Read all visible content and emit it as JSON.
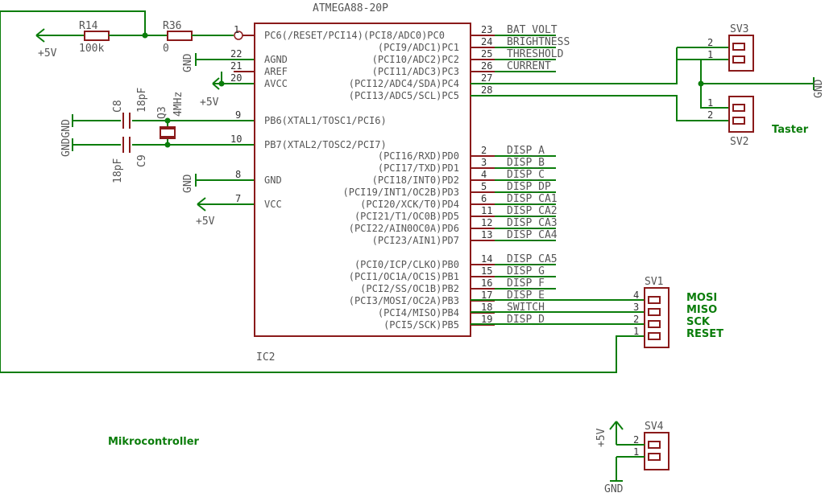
{
  "ic": {
    "name": "ATMEGA88-20P",
    "ref": "IC2",
    "left_pins": [
      {
        "num": "1",
        "label": "PC6(/RESET/PCI14)(PCI8/ADC0)PC0"
      },
      {
        "num": "22",
        "label": "AGND"
      },
      {
        "num": "21",
        "label": "AREF"
      },
      {
        "num": "20",
        "label": "AVCC"
      },
      {
        "num": "9",
        "label": "PB6(XTAL1/TOSC1/PCI6)"
      },
      {
        "num": "10",
        "label": "PB7(XTAL2/TOSC2/PCI7)"
      },
      {
        "num": "8",
        "label": "GND"
      },
      {
        "num": "7",
        "label": "VCC"
      }
    ],
    "right_pins": [
      {
        "num": "23",
        "label": "",
        "net": "BAT_VOLT"
      },
      {
        "num": "24",
        "label": "(PCI9/ADC1)PC1",
        "net": "BRIGHTNESS"
      },
      {
        "num": "25",
        "label": "(PCI10/ADC2)PC2",
        "net": "THRESHOLD"
      },
      {
        "num": "26",
        "label": "(PCI11/ADC3)PC3",
        "net": "CURRENT"
      },
      {
        "num": "27",
        "label": "(PCI12/ADC4/SDA)PC4",
        "net": ""
      },
      {
        "num": "28",
        "label": "(PCI13/ADC5/SCL)PC5",
        "net": ""
      },
      {
        "num": "2",
        "label": "(PCI16/RXD)PD0",
        "net": "DISP_A"
      },
      {
        "num": "3",
        "label": "(PCI17/TXD)PD1",
        "net": "DISP_B"
      },
      {
        "num": "4",
        "label": "(PCI18/INT0)PD2",
        "net": "DISP_C"
      },
      {
        "num": "5",
        "label": "(PCI19/INT1/OC2B)PD3",
        "net": "DISP_DP"
      },
      {
        "num": "6",
        "label": "(PCI20/XCK/T0)PD4",
        "net": "DISP_CA1"
      },
      {
        "num": "11",
        "label": "(PCI21/T1/OC0B)PD5",
        "net": "DISP_CA2"
      },
      {
        "num": "12",
        "label": "(PCI22/AIN0OC0A)PD6",
        "net": "DISP_CA3"
      },
      {
        "num": "13",
        "label": "(PCI23/AIN1)PD7",
        "net": "DISP_CA4"
      },
      {
        "num": "14",
        "label": "(PCI0/ICP/CLKO)PB0",
        "net": "DISP_CA5"
      },
      {
        "num": "15",
        "label": "(PCI1/OC1A/OC1S)PB1",
        "net": "DISP_G"
      },
      {
        "num": "16",
        "label": "(PCI2/SS/OC1B)PB2",
        "net": "DISP_F"
      },
      {
        "num": "17",
        "label": "(PCI3/MOSI/OC2A)PB3",
        "net": "DISP_E"
      },
      {
        "num": "18",
        "label": "(PCI4/MISO)PB4",
        "net": "SWITCH"
      },
      {
        "num": "19",
        "label": "(PCI5/SCK)PB5",
        "net": "DISP_D"
      }
    ]
  },
  "parts": {
    "r14": {
      "ref": "R14",
      "value": "100k"
    },
    "r36": {
      "ref": "R36",
      "value": "0"
    },
    "c8": {
      "ref": "C8",
      "value": "18pF"
    },
    "c9": {
      "ref": "C9",
      "value": "18pF"
    },
    "q3": {
      "ref": "Q3",
      "value": "4MHz"
    },
    "sv1": {
      "ref": "SV1",
      "pins": [
        "4",
        "3",
        "2",
        "1"
      ],
      "labels": [
        "MOSI",
        "MISO",
        "SCK",
        "RESET"
      ]
    },
    "sv3": {
      "ref": "SV3",
      "pins": [
        "2",
        "1"
      ]
    },
    "sv2": {
      "ref": "SV2",
      "pins": [
        "1",
        "2"
      ]
    },
    "sv4": {
      "ref": "SV4",
      "pins": [
        "2",
        "1"
      ]
    }
  },
  "supply": {
    "v5": "+5V",
    "gnd": "GND",
    "gndgnd": "GNDGND"
  },
  "labels": {
    "taster": "Taster",
    "section": "Mikrocontroller"
  },
  "colors": {
    "wire": "#0b7d0b",
    "part": "#8a1a1a",
    "text": "#555555"
  }
}
